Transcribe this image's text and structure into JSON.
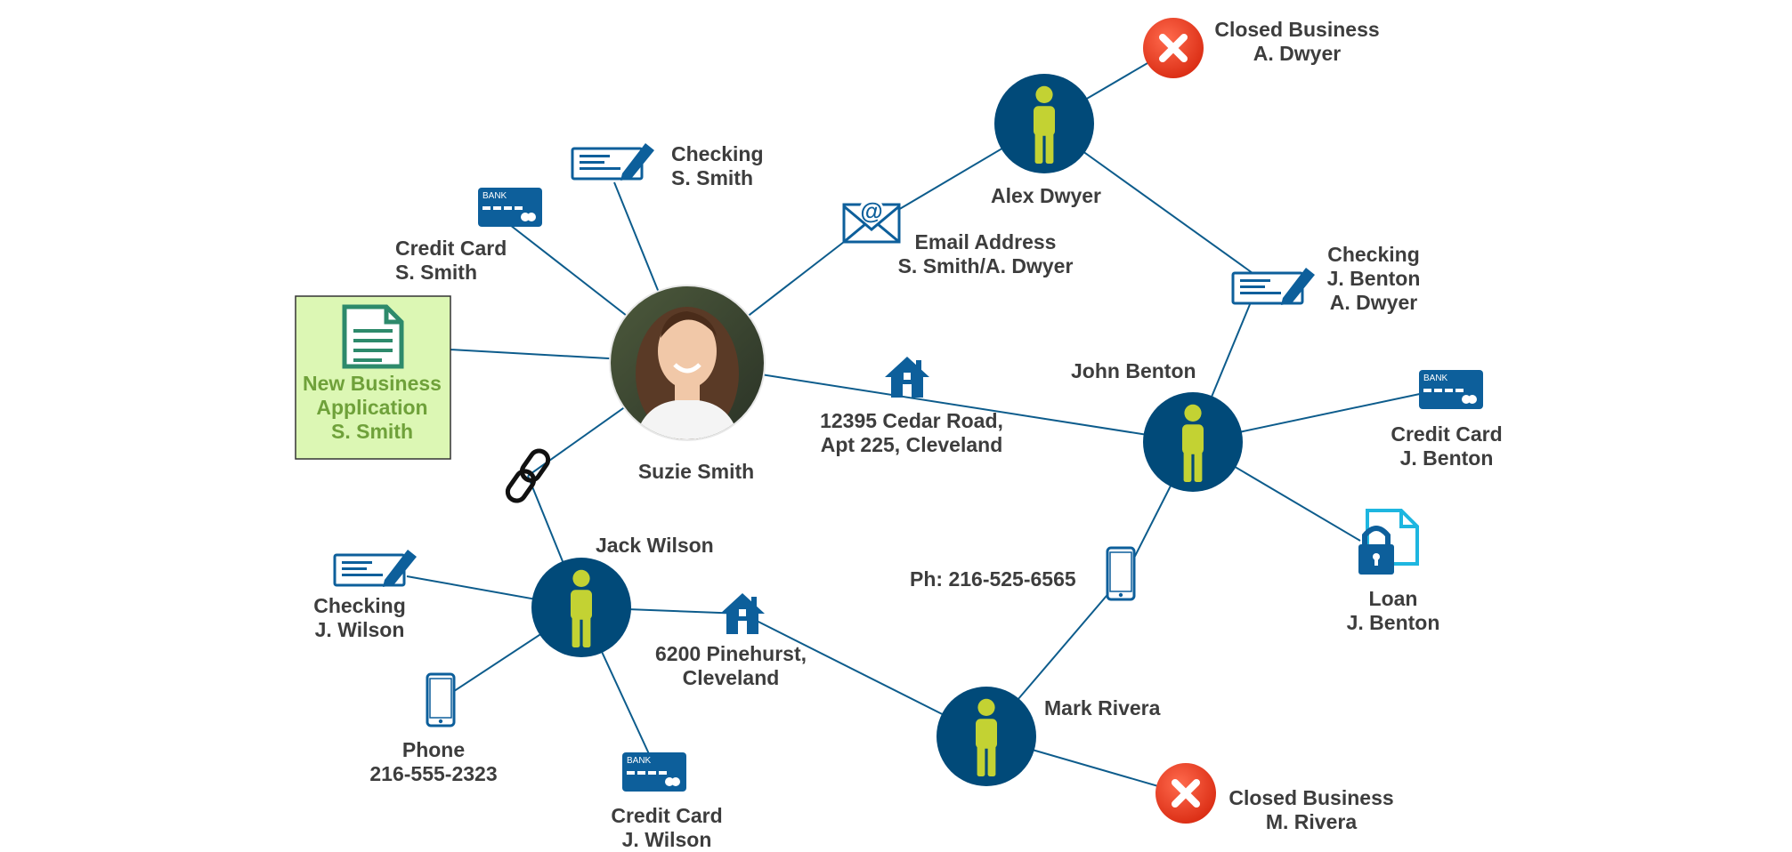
{
  "colors": {
    "navy": "#014a79",
    "person": "#c3d233",
    "line": "#0d5c8c",
    "icon_blue": "#0d5f9b",
    "cyan": "#1eb6e0",
    "closed_red": "#e8351f",
    "nba_fill": "#dcf7b4",
    "nba_text": "#6fa13a",
    "doc_green": "#2d8a6b",
    "label_text": "#3d3d3d"
  },
  "icons": {
    "person": "person-icon",
    "closed": "x-circle-icon",
    "checking": "check-pen-icon",
    "credit_card": "bank-card-icon",
    "email": "envelope-at-icon",
    "home": "house-icon",
    "phone": "smartphone-icon",
    "loan": "lock-document-icon",
    "link": "chain-link-icon",
    "application": "document-icon",
    "photo": "portrait-photo"
  },
  "labels": {
    "closed_dwyer": [
      "Closed Business",
      "A. Dwyer"
    ],
    "checking_smith": [
      "Checking",
      "S. Smith"
    ],
    "alex_dwyer": [
      "Alex Dwyer"
    ],
    "email": [
      "Email Address",
      "S. Smith/A. Dwyer"
    ],
    "credit_smith": [
      "Credit Card",
      "S. Smith"
    ],
    "checking_benton": [
      "Checking",
      "J. Benton",
      "A. Dwyer"
    ],
    "nba": [
      "New Business",
      "Application",
      "S. Smith"
    ],
    "john_benton": [
      "John Benton"
    ],
    "cedar": [
      "12395 Cedar Road,",
      "Apt 225, Cleveland"
    ],
    "credit_benton": [
      "Credit Card",
      "J. Benton"
    ],
    "suzie": [
      "Suzie Smith"
    ],
    "jack_wilson": [
      "Jack Wilson"
    ],
    "phone_benton": [
      "Ph: 216-525-6565"
    ],
    "loan": [
      "Loan",
      "J. Benton"
    ],
    "checking_wilson": [
      "Checking",
      "J. Wilson"
    ],
    "pinehurst": [
      "6200 Pinehurst,",
      "Cleveland"
    ],
    "phone_wilson": [
      "Phone",
      "216-555-2323"
    ],
    "mark_rivera": [
      "Mark Rivera"
    ],
    "credit_wilson": [
      "Credit Card",
      "J. Wilson"
    ],
    "closed_rivera": [
      "Closed Business",
      "M. Rivera"
    ]
  },
  "bank_text": "BANK"
}
